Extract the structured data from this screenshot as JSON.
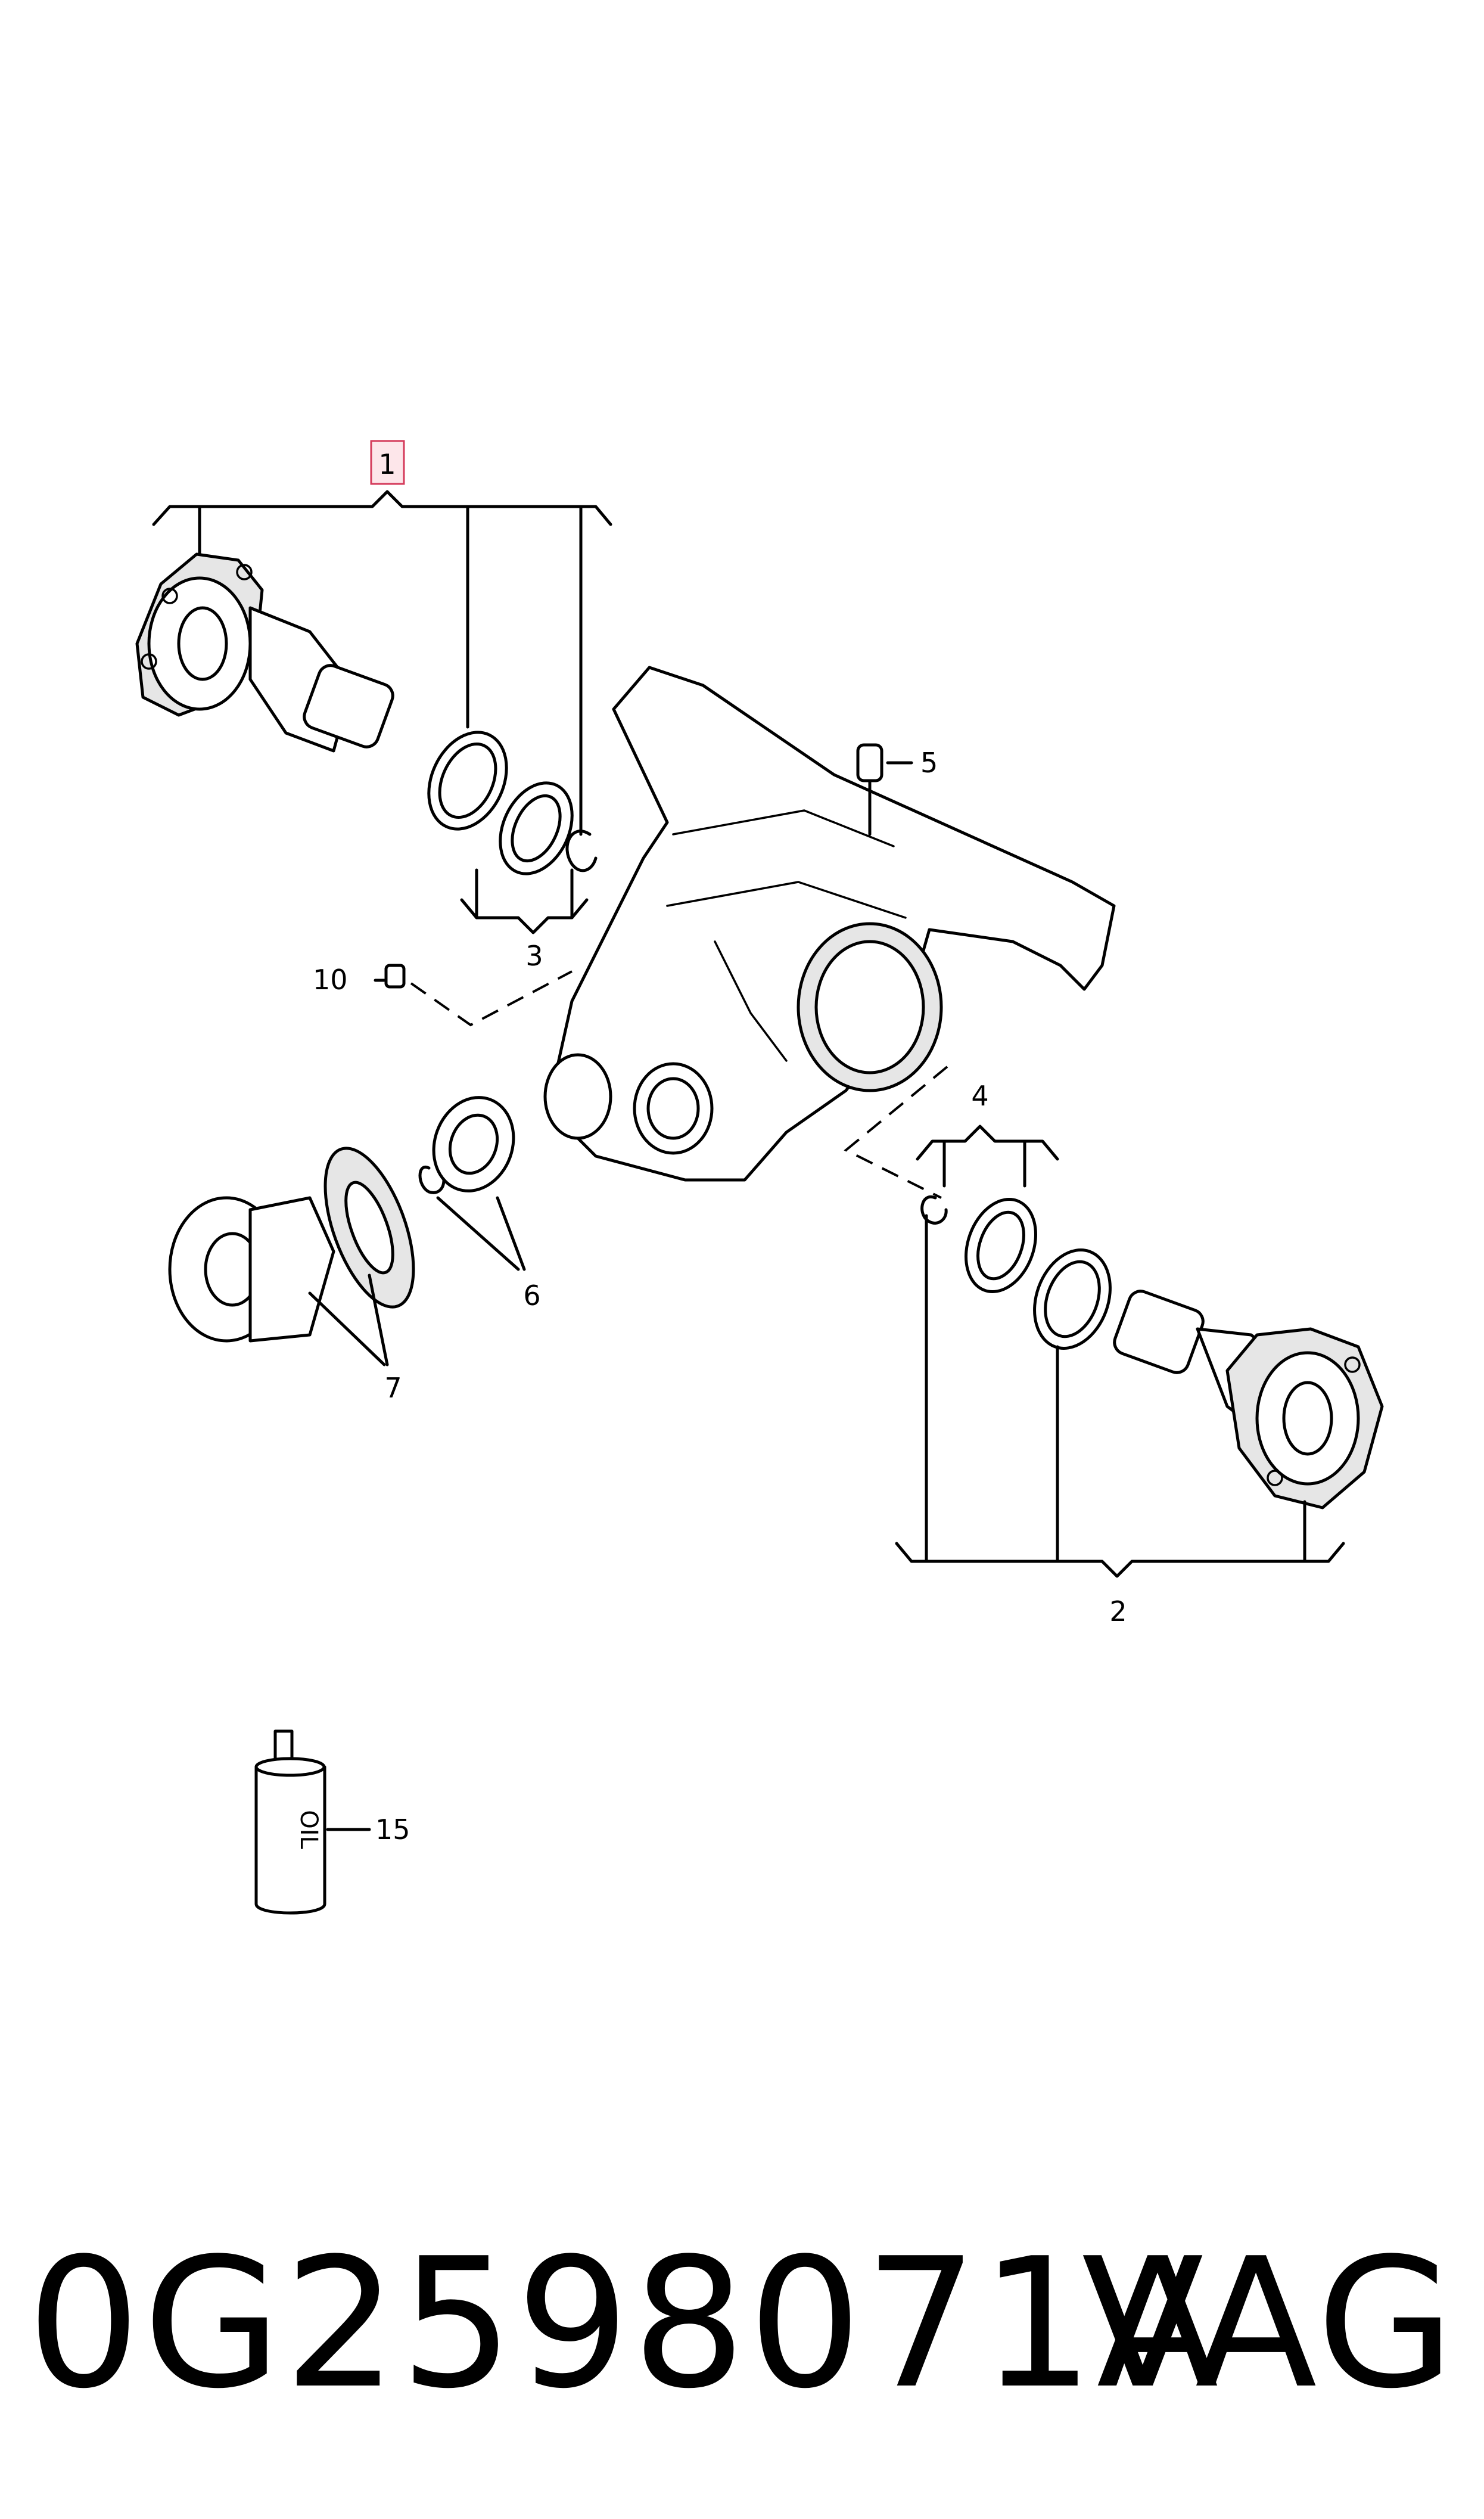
{
  "callouts": {
    "c1": "1",
    "c2": "2",
    "c3": "3",
    "c4": "4",
    "c5": "5",
    "c6": "6",
    "c7": "7",
    "c10": "10",
    "c15": "15"
  },
  "oil_can_label": "OIL",
  "footer": {
    "part_number": "0G2598071A",
    "brand": "VAG"
  },
  "colors": {
    "highlight_fill": "#fde6ea",
    "highlight_stroke": "#d43a5a"
  }
}
